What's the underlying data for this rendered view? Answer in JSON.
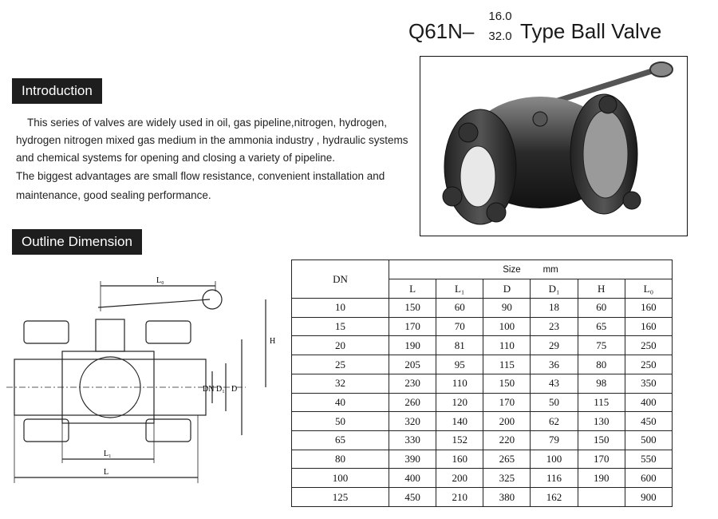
{
  "title": {
    "code": "Q61N–",
    "pressure_top": "16.0",
    "pressure_bottom": "32.0",
    "name": "Type Ball Valve"
  },
  "introduction": {
    "heading": "Introduction",
    "paragraph_1": "This series of valves are widely used in oil, gas pipeline,nitrogen, hydrogen, hydrogen nitrogen mixed gas medium in the ammonia industry , hydraulic systems and chemical systems for opening and closing a variety of pipeline.",
    "paragraph_2": "The biggest advantages are small flow resistance, convenient installation and maintenance, good sealing performance."
  },
  "outline": {
    "heading": "Outline Dimension",
    "drawing_labels": {
      "l0": "L₀",
      "h": "H",
      "dn": "DN",
      "d1": "D₁",
      "d": "D",
      "l1": "L₁",
      "l": "L"
    }
  },
  "table": {
    "dn_header": "DN",
    "size_label": "Size",
    "unit": "mm",
    "columns": [
      "L",
      "L₁",
      "D",
      "D₁",
      "H",
      "L₀"
    ],
    "rows": [
      {
        "dn": "10",
        "l": "150",
        "l1": "60",
        "d": "90",
        "d1": "18",
        "h": "60",
        "l0": "160"
      },
      {
        "dn": "15",
        "l": "170",
        "l1": "70",
        "d": "100",
        "d1": "23",
        "h": "65",
        "l0": "160"
      },
      {
        "dn": "20",
        "l": "190",
        "l1": "81",
        "d": "110",
        "d1": "29",
        "h": "75",
        "l0": "250"
      },
      {
        "dn": "25",
        "l": "205",
        "l1": "95",
        "d": "115",
        "d1": "36",
        "h": "80",
        "l0": "250"
      },
      {
        "dn": "32",
        "l": "230",
        "l1": "110",
        "d": "150",
        "d1": "43",
        "h": "98",
        "l0": "350"
      },
      {
        "dn": "40",
        "l": "260",
        "l1": "120",
        "d": "170",
        "d1": "50",
        "h": "115",
        "l0": "400"
      },
      {
        "dn": "50",
        "l": "320",
        "l1": "140",
        "d": "200",
        "d1": "62",
        "h": "130",
        "l0": "450"
      },
      {
        "dn": "65",
        "l": "330",
        "l1": "152",
        "d": "220",
        "d1": "79",
        "h": "150",
        "l0": "500"
      },
      {
        "dn": "80",
        "l": "390",
        "l1": "160",
        "d": "265",
        "d1": "100",
        "h": "170",
        "l0": "550"
      },
      {
        "dn": "100",
        "l": "400",
        "l1": "200",
        "d": "325",
        "d1": "116",
        "h": "190",
        "l0": "600"
      },
      {
        "dn": "125",
        "l": "450",
        "l1": "210",
        "d": "380",
        "d1": "162",
        "h": "",
        "l0": "900"
      }
    ]
  }
}
